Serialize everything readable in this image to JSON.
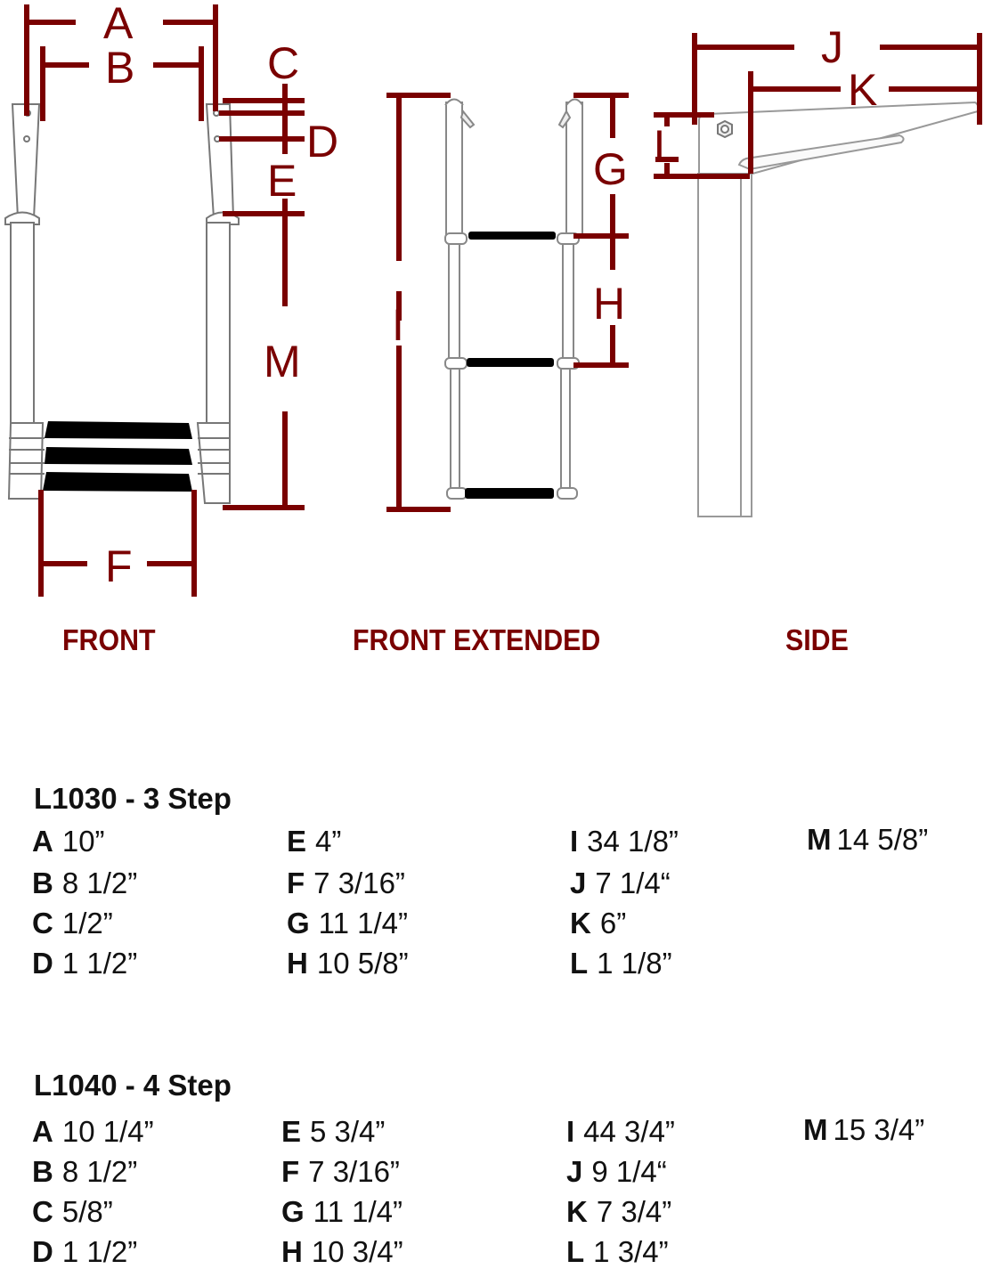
{
  "diagram": {
    "accent_color": "#7a0000",
    "dimension_labels": [
      "A",
      "B",
      "C",
      "D",
      "E",
      "F",
      "G",
      "H",
      "I",
      "J",
      "K",
      "L",
      "M"
    ],
    "views": [
      {
        "id": "front",
        "label": "FRONT"
      },
      {
        "id": "front_extended",
        "label": "FRONT EXTENDED"
      },
      {
        "id": "side",
        "label": "SIDE"
      }
    ]
  },
  "specs": [
    {
      "title": "L1030 - 3 Step",
      "columns": [
        [
          {
            "k": "A",
            "v": "10”"
          },
          {
            "k": "B",
            "v": "8 1/2”"
          },
          {
            "k": "C",
            "v": "1/2”"
          },
          {
            "k": "D",
            "v": "1 1/2”"
          }
        ],
        [
          {
            "k": "E",
            "v": "4”"
          },
          {
            "k": "F",
            "v": "7 3/16”"
          },
          {
            "k": "G",
            "v": "11 1/4”"
          },
          {
            "k": "H",
            "v": "10 5/8”"
          }
        ],
        [
          {
            "k": "I",
            "v": "34 1/8”"
          },
          {
            "k": "J",
            "v": "7 1/4“"
          },
          {
            "k": "K",
            "v": "6”"
          },
          {
            "k": "L",
            "v": "1 1/8”"
          }
        ],
        [
          {
            "k": "M",
            "v": "14 5/8”"
          }
        ]
      ]
    },
    {
      "title": "L1040 - 4 Step",
      "columns": [
        [
          {
            "k": "A",
            "v": "10 1/4”"
          },
          {
            "k": "B",
            "v": "8 1/2”"
          },
          {
            "k": "C",
            "v": "5/8”"
          },
          {
            "k": "D",
            "v": "1 1/2”"
          }
        ],
        [
          {
            "k": "E",
            "v": "5 3/4”"
          },
          {
            "k": "F",
            "v": "7 3/16”"
          },
          {
            "k": "G",
            "v": "11 1/4”"
          },
          {
            "k": "H",
            "v": "10 3/4”"
          }
        ],
        [
          {
            "k": "I",
            "v": "44 3/4”"
          },
          {
            "k": "J",
            "v": "9 1/4“"
          },
          {
            "k": "K",
            "v": "7 3/4”"
          },
          {
            "k": "L",
            "v": "1 3/4”"
          }
        ],
        [
          {
            "k": "M",
            "v": "15 3/4”"
          }
        ]
      ]
    }
  ]
}
